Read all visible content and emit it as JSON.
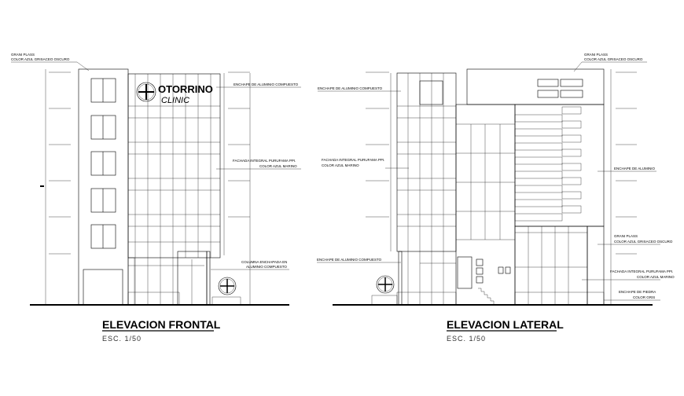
{
  "front": {
    "title": "ELEVACION FRONTAL",
    "scale": "ESC. 1/50",
    "sign": {
      "line1": "OTORRINO",
      "line2": "CLINIC"
    },
    "labels": {
      "granite_1": "GRANI PLASS",
      "granite_2": "COLOR AZUL GRISACEO OSCURO",
      "aluminum": "ENCHAPE DE ALUMINIO COMPUESTO",
      "facade_1": "FACHADA INTEGRAL PURUFAMA PPI.",
      "facade_2": "COLOR AZUL MARINO",
      "column_1": "COLUMNA ENCHAPADA EN",
      "column_2": "ALUMINIO COMPUESTO"
    }
  },
  "lateral": {
    "title": "ELEVACION LATERAL",
    "scale": "ESC. 1/50",
    "labels": {
      "granite_top_1": "GRANI PLASS",
      "granite_top_2": "COLOR AZUL GRISACEO OSCURO",
      "aluminum_top": "ENCHAPE DE ALUMINIO COMPUESTO",
      "facade_1": "FACHADA INTEGRAL PURUFAMA PPI.",
      "facade_2": "COLOR AZUL MARINO",
      "aluminum_right": "ENCHAPE DE ALUMINIO",
      "granite_low_1": "GRANI PLASS",
      "granite_low_2": "COLOR AZUL GRISACEO OSCURO",
      "facade_low_1": "FACHADA INTEGRAL PURUFAMA PPI.",
      "facade_low_2": "COLOR AZUL MARINO",
      "aluminum_low": "ENCHAPE DE ALUMINIO COMPUESTO",
      "stone_1": "ENCHAPE DE PIEDRA",
      "stone_2": "COLOR GRIS"
    }
  }
}
